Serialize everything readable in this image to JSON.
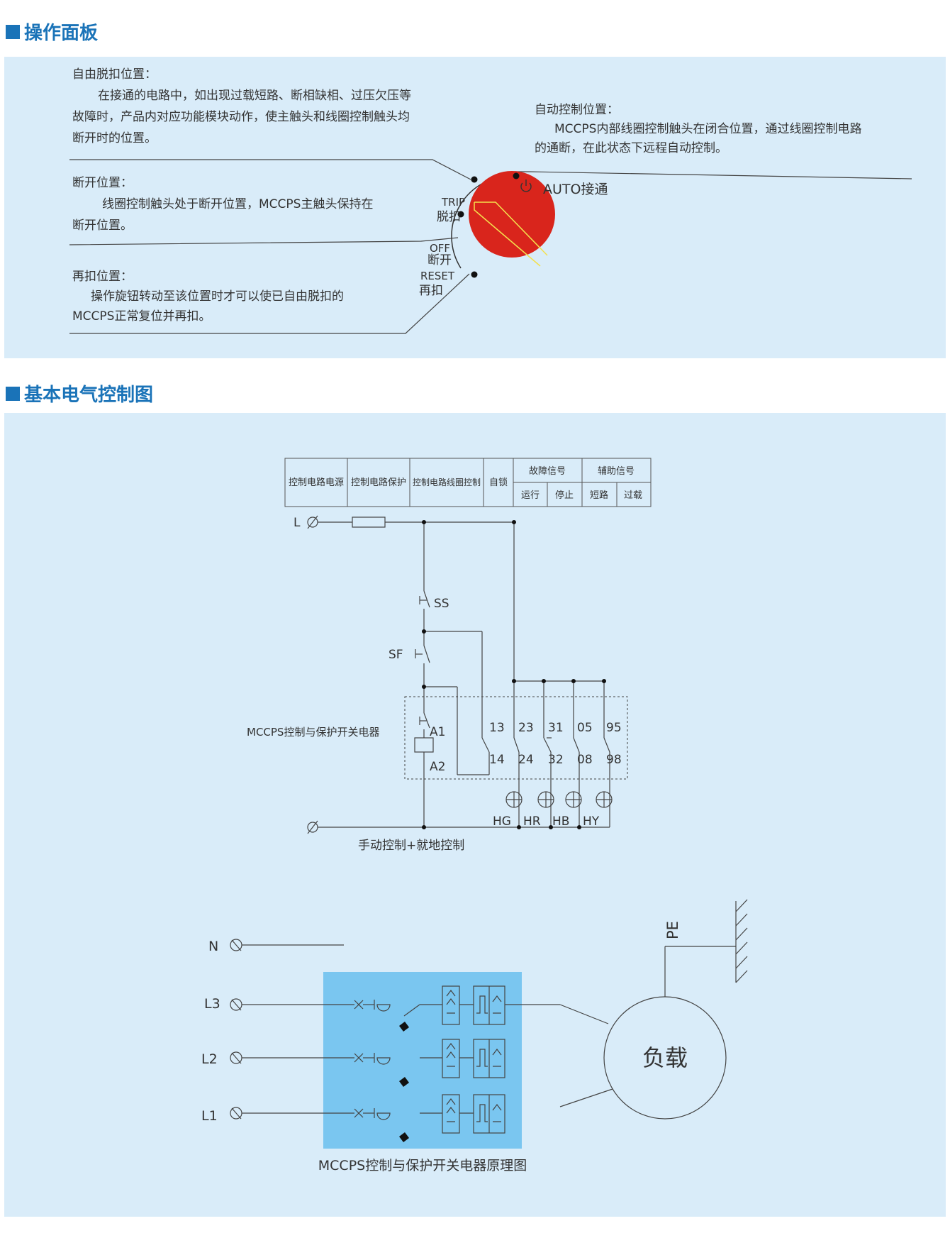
{
  "section1": {
    "title": "操作面板",
    "free_trip": {
      "heading": "自由脱扣位置：",
      "lines": [
        "在接通的电路中，如出现过载短路、断相缺相、过压欠压等",
        "故障时，产品内对应功能模块动作，使主触头和线圈控制触头均",
        "断开时的位置。"
      ]
    },
    "off_pos": {
      "heading": "断开位置：",
      "lines": [
        "线圈控制触头处于断开位置，MCCPS主触头保持在",
        "断开位置。"
      ]
    },
    "reset_pos": {
      "heading": "再扣位置：",
      "lines": [
        "操作旋钮转动至该位置时才可以使已自由脱扣的",
        "MCCPS正常复位并再扣。"
      ]
    },
    "auto_pos": {
      "heading": "自动控制位置：",
      "lines": [
        "MCCPS内部线圈控制触头在闭合位置，通过线圈控制电路",
        "的通断，在此状态下远程自动控制。"
      ]
    },
    "knob_labels": {
      "trip_en": "TRIP",
      "trip_cn": "脱扣",
      "off_en": "OFF",
      "off_cn": "断开",
      "reset_en": "RESET",
      "reset_cn": "再扣",
      "auto": "AUTO接通"
    },
    "knob_color": "#d9251c"
  },
  "section2": {
    "title": "基本电气控制图",
    "table": {
      "headers": [
        "控制电路电源",
        "控制电路保护",
        "控制电路线圈控制",
        "自锁"
      ],
      "group1": "故障信号",
      "group1_items": [
        "运行",
        "停止"
      ],
      "group2": "辅助信号",
      "group2_items": [
        "短路",
        "过载"
      ]
    },
    "circuit": {
      "L": "L",
      "SS": "SS",
      "SF": "SF",
      "device_label": "MCCPS控制与保护开关电器",
      "A1": "A1",
      "A2": "A2",
      "contacts_top": [
        "13",
        "23",
        "31",
        "05",
        "95"
      ],
      "contacts_bottom": [
        "14",
        "24",
        "32",
        "08",
        "98"
      ],
      "lamps": [
        "HG",
        "HR",
        "HB",
        "HY"
      ],
      "caption": "手动控制+就地控制"
    },
    "main_circuit": {
      "N": "N",
      "L3": "L3",
      "L2": "L2",
      "L1": "L1",
      "PE": "PE",
      "load": "负载",
      "caption": "MCCPS控制与保护开关电器原理图",
      "box_color": "#7ac6f0"
    }
  }
}
